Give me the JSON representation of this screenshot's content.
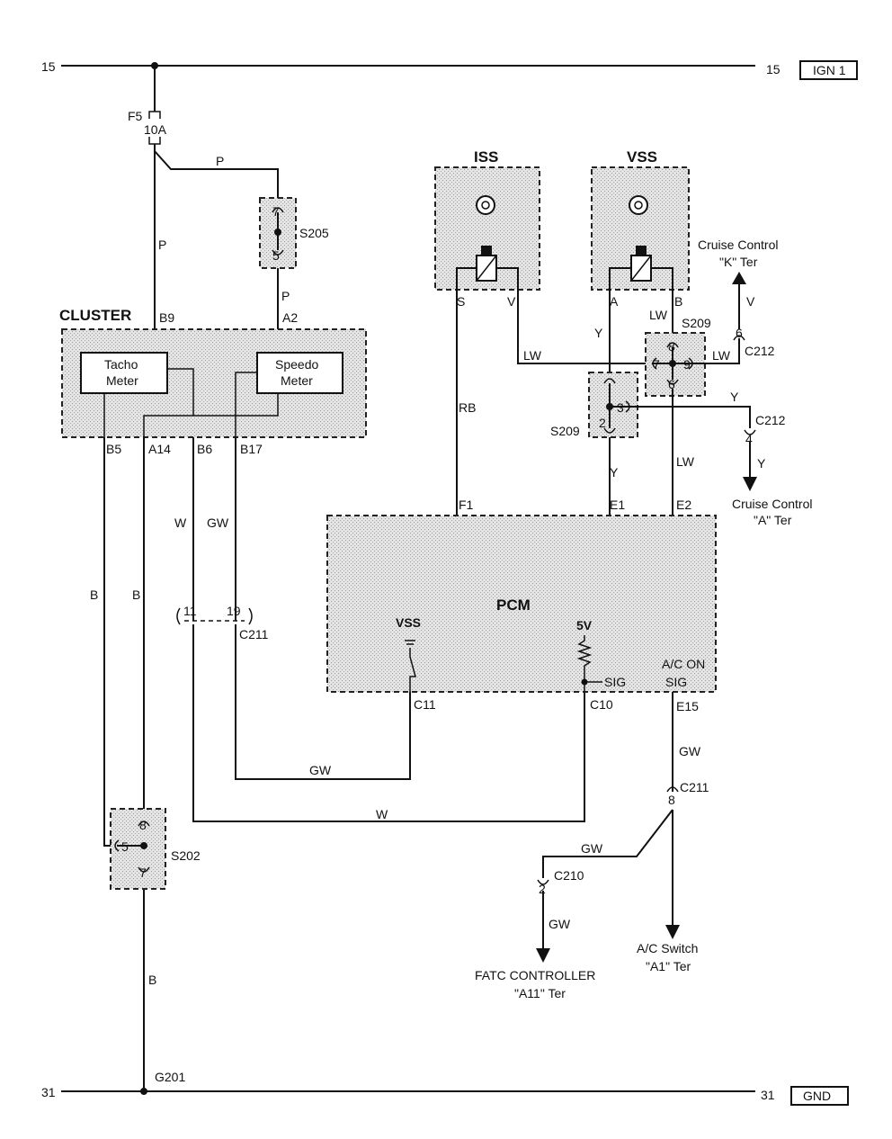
{
  "rails": {
    "top_left": "15",
    "top_right": "15",
    "top_tag": "IGN 1",
    "bottom_left": "31",
    "bottom_right": "31",
    "bottom_tag": "GND"
  },
  "fuse": {
    "name": "F5",
    "rating": "10A"
  },
  "components": {
    "cluster": "CLUSTER",
    "tacho": [
      "Tacho",
      "Meter"
    ],
    "speedo": [
      "Speedo",
      "Meter"
    ],
    "iss": "ISS",
    "vss": "VSS",
    "pcm": "PCM",
    "pcm_vss": "VSS",
    "pcm_5v": "5V",
    "pcm_sig": "SIG",
    "pcm_acon": [
      "A/C ON",
      "SIG"
    ]
  },
  "splices": {
    "s205": "S205",
    "s209_top": "S209",
    "s209_bottom": "S209",
    "s202": "S202"
  },
  "connectors": {
    "c211_left": "C211",
    "c211_right": "C211",
    "c212_top": "C212",
    "c212_mid": "C212",
    "c210": "C210",
    "c11": "C11",
    "c10": "C10",
    "e15": "E15",
    "g201": "G201"
  },
  "pins": {
    "b9": "B9",
    "a2": "A2",
    "b5": "B5",
    "a14": "A14",
    "b6": "B6",
    "b17": "B17",
    "s": "S",
    "v": "V",
    "a": "A",
    "b": "B",
    "f1": "F1",
    "e1": "E1",
    "e2": "E2",
    "n7a": "7",
    "n5a": "5",
    "n8a": "8",
    "n7b": "7",
    "n9": "9",
    "n6a": "6",
    "n3": "3",
    "n2a": "2",
    "n6b": "6",
    "n4": "4",
    "n11": "11",
    "n19": "19",
    "n8b": "8",
    "n2b": "2",
    "n8c": "8",
    "n5b": "5",
    "n7c": "7"
  },
  "wires": {
    "p1": "P",
    "p2": "P",
    "p3": "P",
    "rb": "RB",
    "v1": "V",
    "lw1": "LW",
    "lw2": "LW",
    "lw3": "LW",
    "lw4": "LW",
    "y1": "Y",
    "y2": "Y",
    "y3": "Y",
    "y4": "Y",
    "v2": "V",
    "w1": "W",
    "gw1": "GW",
    "b1": "B",
    "b2": "B",
    "b3": "B",
    "gw2": "GW",
    "w2": "W",
    "gw3": "GW",
    "gw4": "GW",
    "gw5": "GW"
  },
  "destinations": {
    "cruise_k": [
      "Cruise Control",
      "\"K\" Ter"
    ],
    "cruise_a": [
      "Cruise Control",
      "\"A\" Ter"
    ],
    "fatc": [
      "FATC CONTROLLER",
      "\"A11\" Ter"
    ],
    "ac_switch": [
      "A/C Switch",
      "\"A1\" Ter"
    ]
  }
}
